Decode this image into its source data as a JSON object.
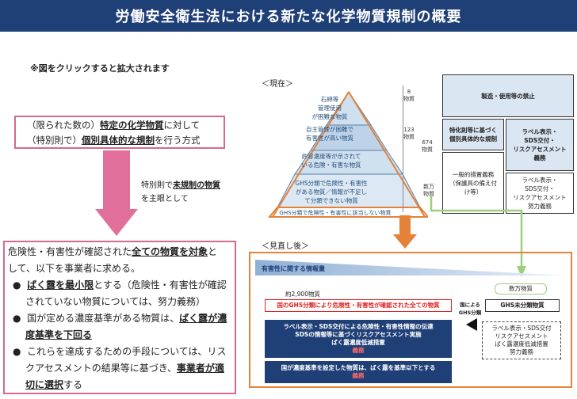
{
  "title": "労働安全衛生法における新たな化学物質規制の概要",
  "click_note": "※図をクリックすると拡大されます",
  "current_box": {
    "l1a": "（限られた数の）",
    "l1b": "特定の化学物質",
    "l1c": "に対して",
    "l2a": "（特別則で）",
    "l2b": "個別具体的な規制",
    "l2c": "を行う方式"
  },
  "side_note": {
    "a": "特別則で",
    "b": "未規制の物質",
    "c": "を主眼として"
  },
  "after_box": {
    "intro1a": "危険性・有害性が確認された",
    "intro1b": "全ての物質を対象",
    "intro1c": "と",
    "intro2": "して、以下を事業者に求める。",
    "b1a": "ばく露を最小限",
    "b1b": "とする（危険性・有害性が確認されていない物質については、努力義務）",
    "b2a": "国が定める濃度基準がある物質は、",
    "b2b": "ばく露が濃度基準を下回る",
    "b3a": "これらを達成するための手段については、リスクアセスメントの結果等に基づき、",
    "b3b": "事業者が適切に選択",
    "b3c": "する",
    "bullet": "●"
  },
  "chart_data": {
    "type": "table",
    "current_label": "＜現在＞",
    "after_label": "＜見直し後＞",
    "pyramid": [
      {
        "text": "石綿等\n管理使用\nが困難な物質",
        "count": "8\n物質"
      },
      {
        "text": "自主管理が困難で\n有害性が高い物質",
        "count": "123\n物質"
      },
      {
        "text": "許容濃度等が示されて\nいる危険・有害な物質",
        "count": "674\n物質"
      },
      {
        "text": "GHS分類で危険性・有害性\nがある物質／情報が不足し\nて分類できない物質",
        "count": "数万\n物質"
      },
      {
        "text": "GHS分類で危険性・有害性に該当しない物質",
        "count": ""
      }
    ],
    "current_right": {
      "ban": "製造・使用等の禁止",
      "special": "特化則等に基づく\n個別具体的な規制",
      "label_sds": "ラベル表示・\nSDS交付・\nリスクアセスメント\n義務",
      "general": "一般的措置義務\n（保護具の備え付\nけ等）",
      "label_sds_effort": "ラベル表示・\nSDS交付・\nリスクアセスメント\n努力義務"
    },
    "after": {
      "info_label": "有害性に関する情報量",
      "count_2900": "約2,900物質",
      "count_manman": "数万物質",
      "all_confirmed": "国のGHS分類により危険性・有害性が確認された全ての物質",
      "by_country": "国による\nGHS分類",
      "unclassified": "GHS未分類物質",
      "obligations": "ラベル表示・SDS交付による危険性・有害性情報の伝達\nSDSの情報等に基づくリスクアセスメント実施\nばく露濃度低減措置",
      "duty": "義務",
      "threshold": "国が濃度基準を設定した物質は、ばく露を基準以下とする",
      "duty2": "義務",
      "effort": "ラベル表示・SDS交付\nリスクアセスメント\nばく露濃度低減措置\n努力義務"
    }
  }
}
